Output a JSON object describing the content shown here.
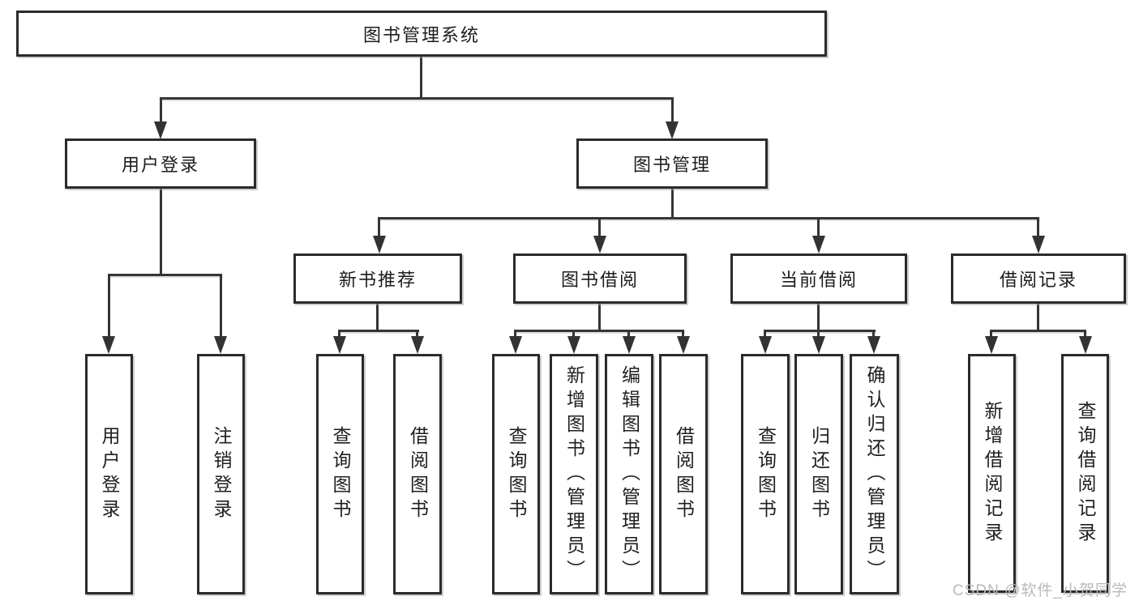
{
  "tree": {
    "root": "图书管理系统",
    "branches": [
      {
        "label": "用户登录",
        "leaves": [
          "用户登录",
          "注销登录"
        ]
      },
      {
        "label": "图书管理",
        "groups": [
          {
            "label": "新书推荐",
            "leaves": [
              "查询图书",
              "借阅图书"
            ]
          },
          {
            "label": "图书借阅",
            "leaves": [
              "查询图书",
              "新增图书（管理员）",
              "编辑图书（管理员）",
              "借阅图书"
            ]
          },
          {
            "label": "当前借阅",
            "leaves": [
              "查询图书",
              "归还图书",
              "确认归还（管理员）"
            ]
          },
          {
            "label": "借阅记录",
            "leaves": [
              "新增借阅记录",
              "查询借阅记录"
            ]
          }
        ]
      }
    ]
  },
  "watermark": "CSDN @软件_小贺同学",
  "colors": {
    "line": "#353535",
    "border": "#2b2b2b",
    "text": "#1c1c1c",
    "watermark": "#b9b9b9",
    "background": "#ffffff"
  }
}
